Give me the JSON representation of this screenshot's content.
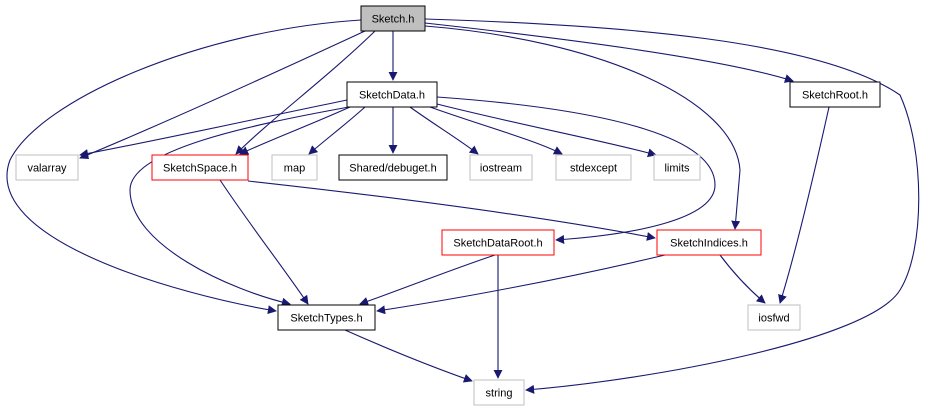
{
  "colors": {
    "edge": "#191970",
    "border_regular": "#000000",
    "border_truncated": "#ff0000",
    "border_external": "#bfbfbf",
    "fill_current": "#bfbfbf",
    "fill_default": "#ffffff"
  },
  "nodes": [
    {
      "id": "sketch_h",
      "label": "Sketch.h",
      "kind": "current"
    },
    {
      "id": "sketchdata_h",
      "label": "SketchData.h",
      "kind": "regular"
    },
    {
      "id": "sketchroot_h",
      "label": "SketchRoot.h",
      "kind": "regular"
    },
    {
      "id": "valarray",
      "label": "valarray",
      "kind": "external"
    },
    {
      "id": "sketchspace_h",
      "label": "SketchSpace.h",
      "kind": "truncated"
    },
    {
      "id": "map",
      "label": "map",
      "kind": "external"
    },
    {
      "id": "debuget_h",
      "label": "Shared/debuget.h",
      "kind": "regular"
    },
    {
      "id": "iostream",
      "label": "iostream",
      "kind": "external"
    },
    {
      "id": "stdexcept",
      "label": "stdexcept",
      "kind": "external"
    },
    {
      "id": "limits",
      "label": "limits",
      "kind": "external"
    },
    {
      "id": "sketchdataroot_h",
      "label": "SketchDataRoot.h",
      "kind": "truncated"
    },
    {
      "id": "sketchindices_h",
      "label": "SketchIndices.h",
      "kind": "truncated"
    },
    {
      "id": "sketchtypes_h",
      "label": "SketchTypes.h",
      "kind": "regular"
    },
    {
      "id": "iosfwd",
      "label": "iosfwd",
      "kind": "external"
    },
    {
      "id": "string",
      "label": "string",
      "kind": "external"
    }
  ],
  "edges": [
    {
      "from": "sketch_h",
      "to": "sketchdata_h"
    },
    {
      "from": "sketch_h",
      "to": "sketchroot_h"
    },
    {
      "from": "sketch_h",
      "to": "valarray"
    },
    {
      "from": "sketch_h",
      "to": "sketchspace_h"
    },
    {
      "from": "sketch_h",
      "to": "sketchindices_h"
    },
    {
      "from": "sketch_h",
      "to": "sketchtypes_h"
    },
    {
      "from": "sketch_h",
      "to": "string"
    },
    {
      "from": "sketchdata_h",
      "to": "valarray"
    },
    {
      "from": "sketchdata_h",
      "to": "sketchspace_h"
    },
    {
      "from": "sketchdata_h",
      "to": "map"
    },
    {
      "from": "sketchdata_h",
      "to": "debuget_h"
    },
    {
      "from": "sketchdata_h",
      "to": "iostream"
    },
    {
      "from": "sketchdata_h",
      "to": "stdexcept"
    },
    {
      "from": "sketchdata_h",
      "to": "limits"
    },
    {
      "from": "sketchdata_h",
      "to": "sketchtypes_h"
    },
    {
      "from": "sketchdata_h",
      "to": "sketchdataroot_h"
    },
    {
      "from": "sketchroot_h",
      "to": "iosfwd"
    },
    {
      "from": "sketchspace_h",
      "to": "sketchtypes_h"
    },
    {
      "from": "sketchspace_h",
      "to": "sketchindices_h"
    },
    {
      "from": "sketchdataroot_h",
      "to": "sketchtypes_h"
    },
    {
      "from": "sketchdataroot_h",
      "to": "string"
    },
    {
      "from": "sketchindices_h",
      "to": "sketchtypes_h"
    },
    {
      "from": "sketchindices_h",
      "to": "iosfwd"
    },
    {
      "from": "sketchtypes_h",
      "to": "string"
    }
  ]
}
